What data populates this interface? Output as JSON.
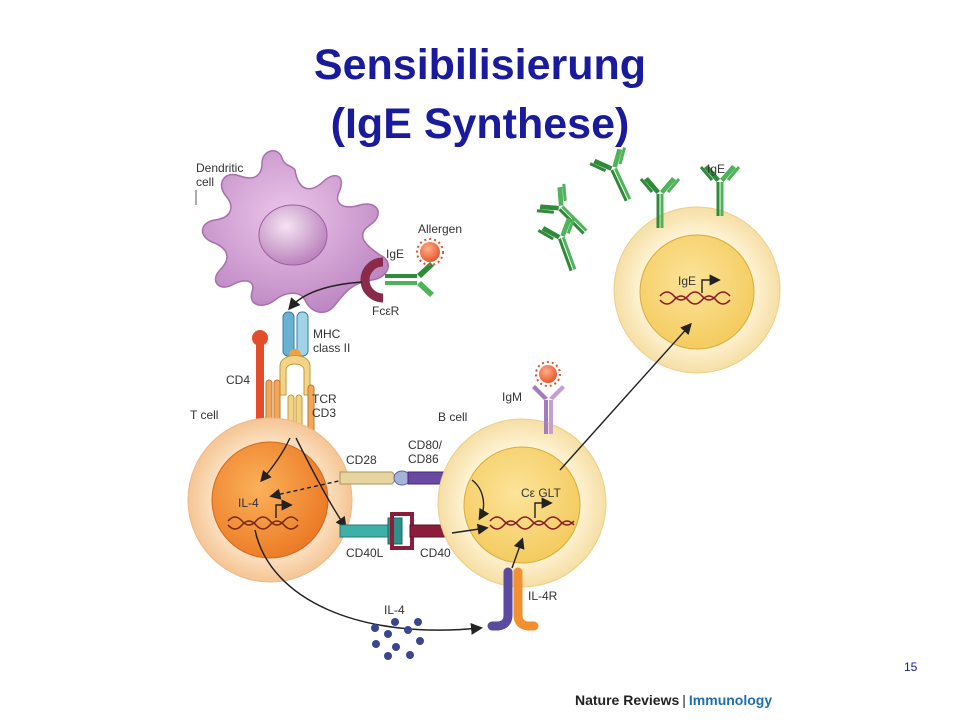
{
  "title": {
    "line1": "Sensibilisierung",
    "line2": "(IgE Synthese)"
  },
  "labels": {
    "dendritic_cell_1": "Dendritic",
    "dendritic_cell_2": "cell",
    "allergen": "Allergen",
    "ige_receptor": "IgE",
    "fcer": "FcεR",
    "mhc_1": "MHC",
    "mhc_2": "class II",
    "cd4": "CD4",
    "tcr": "TCR",
    "cd3": "CD3",
    "t_cell": "T cell",
    "cd28": "CD28",
    "cd80_1": "CD80/",
    "cd80_2": "CD86",
    "il4_inside": "IL-4",
    "cd40l": "CD40L",
    "cd40": "CD40",
    "igm": "IgM",
    "b_cell": "B cell",
    "ce_glt": "Cε GLT",
    "il4r": "IL-4R",
    "il4_secreted": "IL-4",
    "ige_top": "IgE",
    "ige_nucleus": "IgE"
  },
  "colors": {
    "title": "#1a1a9c",
    "dendritic": "#c58bc7",
    "t_cell": "#f08a2c",
    "b_cell": "#f7d884",
    "antibody": "#3e9b48"
  },
  "page_number": "15",
  "footer": {
    "publisher": "Nature Reviews",
    "separator": "|",
    "journal": "Immunology"
  }
}
